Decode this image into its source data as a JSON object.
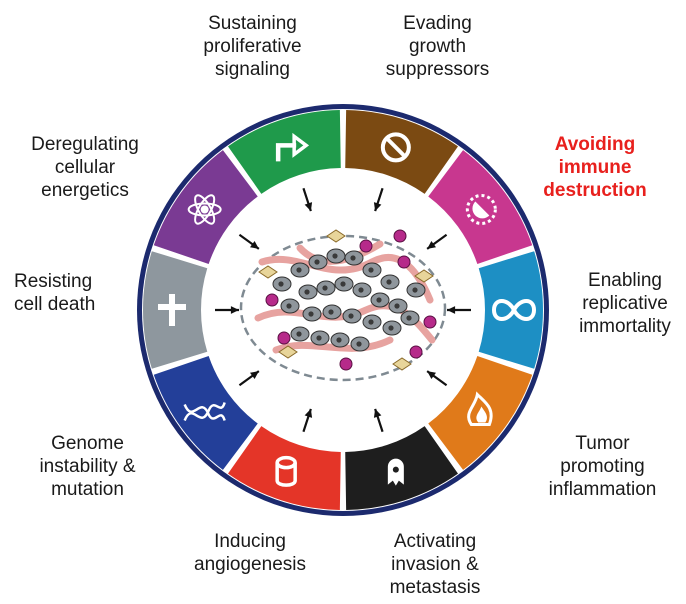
{
  "hallmarks": [
    {
      "id": "proliferative",
      "label": "Sustaining\nproliferative\nsignaling",
      "color": "#1f9a4b",
      "icon": "arrow-icon"
    },
    {
      "id": "growth-suppressors",
      "label": "Evading\ngrowth\nsuppressors",
      "color": "#7b4a12",
      "icon": "prohibition-icon"
    },
    {
      "id": "immune",
      "label": "Avoiding\nimmune\ndestruction",
      "color": "#c8378f",
      "icon": "immune-cell-icon",
      "highlight": true,
      "highlight_color": "#e8201d"
    },
    {
      "id": "immortality",
      "label": "Enabling\nreplicative\nimmortality",
      "color": "#1d8fc4",
      "icon": "infinity-icon"
    },
    {
      "id": "inflammation",
      "label": "Tumor\npromoting\ninflammation",
      "color": "#e07a1a",
      "icon": "flame-icon"
    },
    {
      "id": "invasion",
      "label": "Activating\ninvasion &\nmetastasis",
      "color": "#1e1e1e",
      "icon": "migrating-cell-icon"
    },
    {
      "id": "angiogenesis",
      "label": "Inducing\nangiogenesis",
      "color": "#e43528",
      "icon": "vessel-icon"
    },
    {
      "id": "genome",
      "label": "Genome\ninstability &\nmutation",
      "color": "#233f99",
      "icon": "dna-icon"
    },
    {
      "id": "cell-death",
      "label": "Resisting\ncell death",
      "color": "#8e979e",
      "icon": "cross-icon"
    },
    {
      "id": "energetics",
      "label": "Deregulating\ncellular\nenergetics",
      "color": "#7a3a93",
      "icon": "atom-icon"
    }
  ],
  "colors": {
    "ring_outline": "#1c2a6e",
    "tumor_outline": "#7f8a92",
    "tumor_cell": "#8f969c",
    "stroma": "#e7a3a0",
    "immune": "#b62a8a",
    "fibroblast": "#e8d59a"
  }
}
